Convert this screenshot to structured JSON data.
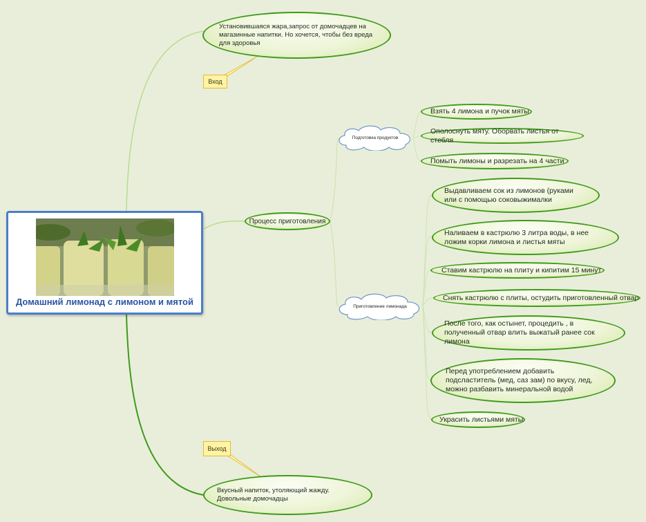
{
  "central": {
    "title": "Домашний лимонад с лимоном и мятой",
    "image": "lemonade-photo"
  },
  "input": {
    "tag": "Вход",
    "text": "Установившаяся жара,запрос от домочадцев на магазинные напитки. Но хочется, чтобы без вреда для здоровья"
  },
  "output": {
    "tag": "Выход",
    "text": "Вкусный напиток, утоляющий жажду. Довольные домочадцы"
  },
  "process": {
    "label": "Процесс приготовления",
    "preparation": {
      "label": "Подготовка продуктов",
      "steps": [
        "Взять 4 лимона и пучок мяты",
        "Ополоснуть мяту. Оборвать листья от стебля",
        "Помыть лимоны и разрезать на 4 части"
      ]
    },
    "cooking": {
      "label": "Приготовление лимонада",
      "steps": [
        "Выдавливаем сок из лимонов (руками или с помощью соковыжималки",
        "Наливаем в кастрюлю 3 литра воды, в нее ложим корки лимона и листья мяты",
        "Ставим кастрюлю на плиту и кипитим 15 минут",
        "Снять кастрюлю с плиты, остудить приготовленный отвар",
        "После того, как остынет, процедить , в полученный отвар влить выжатый ранее сок лимона",
        "Перед употреблением добавить подсластитель (мед, саз зам) по вкусу, лед, можно разбавить минеральной водой",
        "Украсить листьями мяты"
      ]
    }
  },
  "colors": {
    "background": "#e9eedb",
    "branch": "#3f9a1a",
    "central_border": "#4a7fc8",
    "central_title": "#2a55a0",
    "tag_fill": "#fff3a4",
    "cloud_border": "#6f96c8"
  }
}
